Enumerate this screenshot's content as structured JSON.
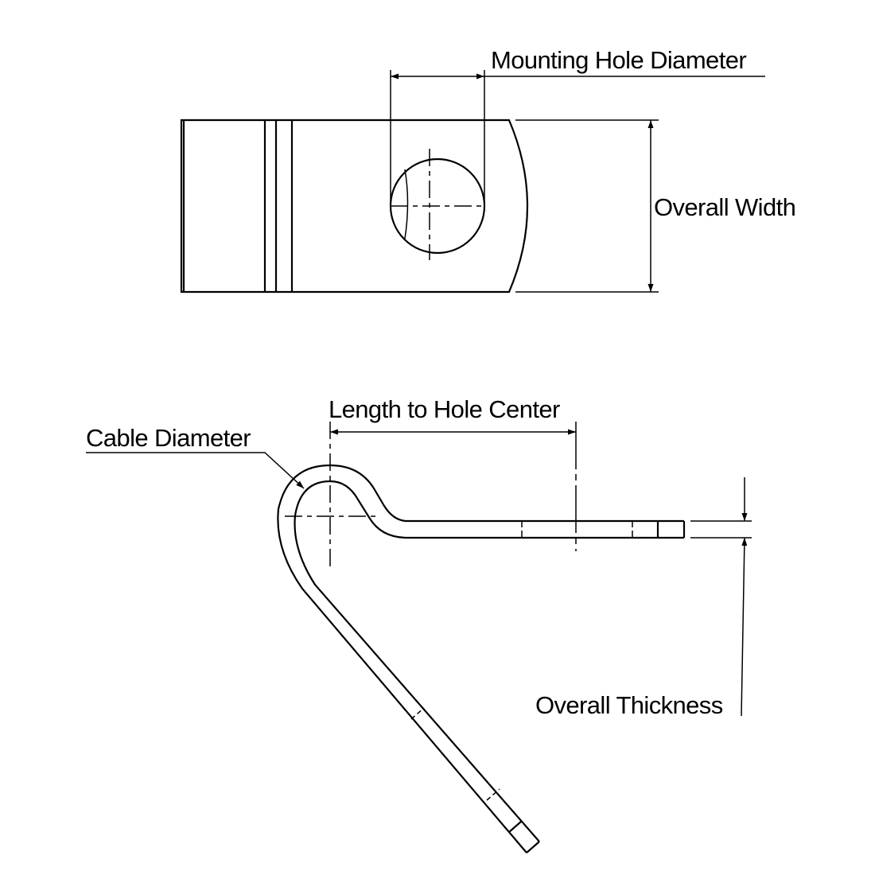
{
  "labels": {
    "mounting_hole_diameter": "Mounting Hole Diameter",
    "overall_width": "Overall Width",
    "length_to_hole_center": "Length to Hole Center",
    "cable_diameter": "Cable Diameter",
    "overall_thickness": "Overall Thickness"
  },
  "colors": {
    "line": "#000000",
    "background": "#ffffff"
  }
}
